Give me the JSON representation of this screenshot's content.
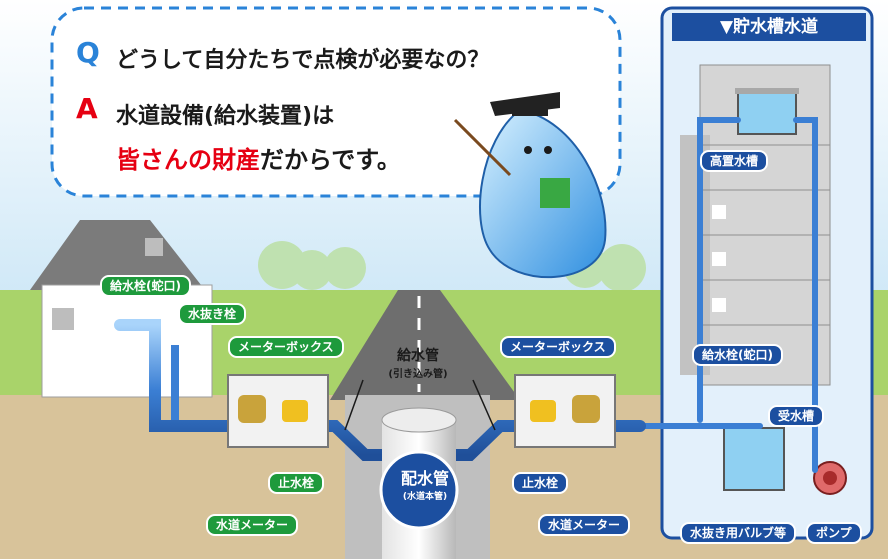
{
  "question": {
    "mark": "Q",
    "text": "どうして自分たちで点検が必要なの？"
  },
  "answer": {
    "mark": "A",
    "line1": "水道設備(給水装置)は",
    "line2_emphasis": "皆さんの財産",
    "line2_rest": "だからです。"
  },
  "panel": {
    "title": "▼貯水槽水道"
  },
  "labels": {
    "faucet_house": "給水栓(蛇口)",
    "drain_valve": "水抜き栓",
    "meter_box_left": "メーターボックス",
    "meter_box_right": "メーターボックス",
    "supply_pipe": "給水管",
    "supply_pipe_sub": "(引き込み管)",
    "stop_valve_left": "止水栓",
    "stop_valve_right": "止水栓",
    "water_meter_left": "水道メーター",
    "water_meter_right": "水道メーター",
    "main_pipe": "配水管",
    "main_pipe_sub": "(水道本管)",
    "elevated_tank": "高置水槽",
    "faucet_building": "給水栓(蛇口)",
    "receiving_tank": "受水槽",
    "drain_valves": "水抜き用バルブ等",
    "pump": "ポンプ"
  },
  "colors": {
    "green": "#1e9a3c",
    "navy": "#1c4fa0",
    "red": "#e60012",
    "pipe": "#3b7fd4",
    "sky": "#cfe8f7",
    "grass": "#a9d36a",
    "ground": "#d8c39a"
  }
}
